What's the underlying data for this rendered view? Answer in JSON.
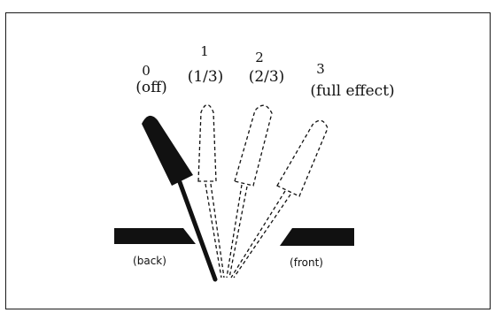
{
  "positions": [
    {
      "number": "0",
      "label": "(off)"
    },
    {
      "number": "1",
      "label": "(1/3)"
    },
    {
      "number": "2",
      "label": "(2/3)"
    },
    {
      "number": "3",
      "label": "(full effect)"
    }
  ],
  "bars": {
    "back_label": "(back)",
    "front_label": "(front)"
  },
  "colors": {
    "ink": "#111111",
    "background": "#ffffff"
  }
}
